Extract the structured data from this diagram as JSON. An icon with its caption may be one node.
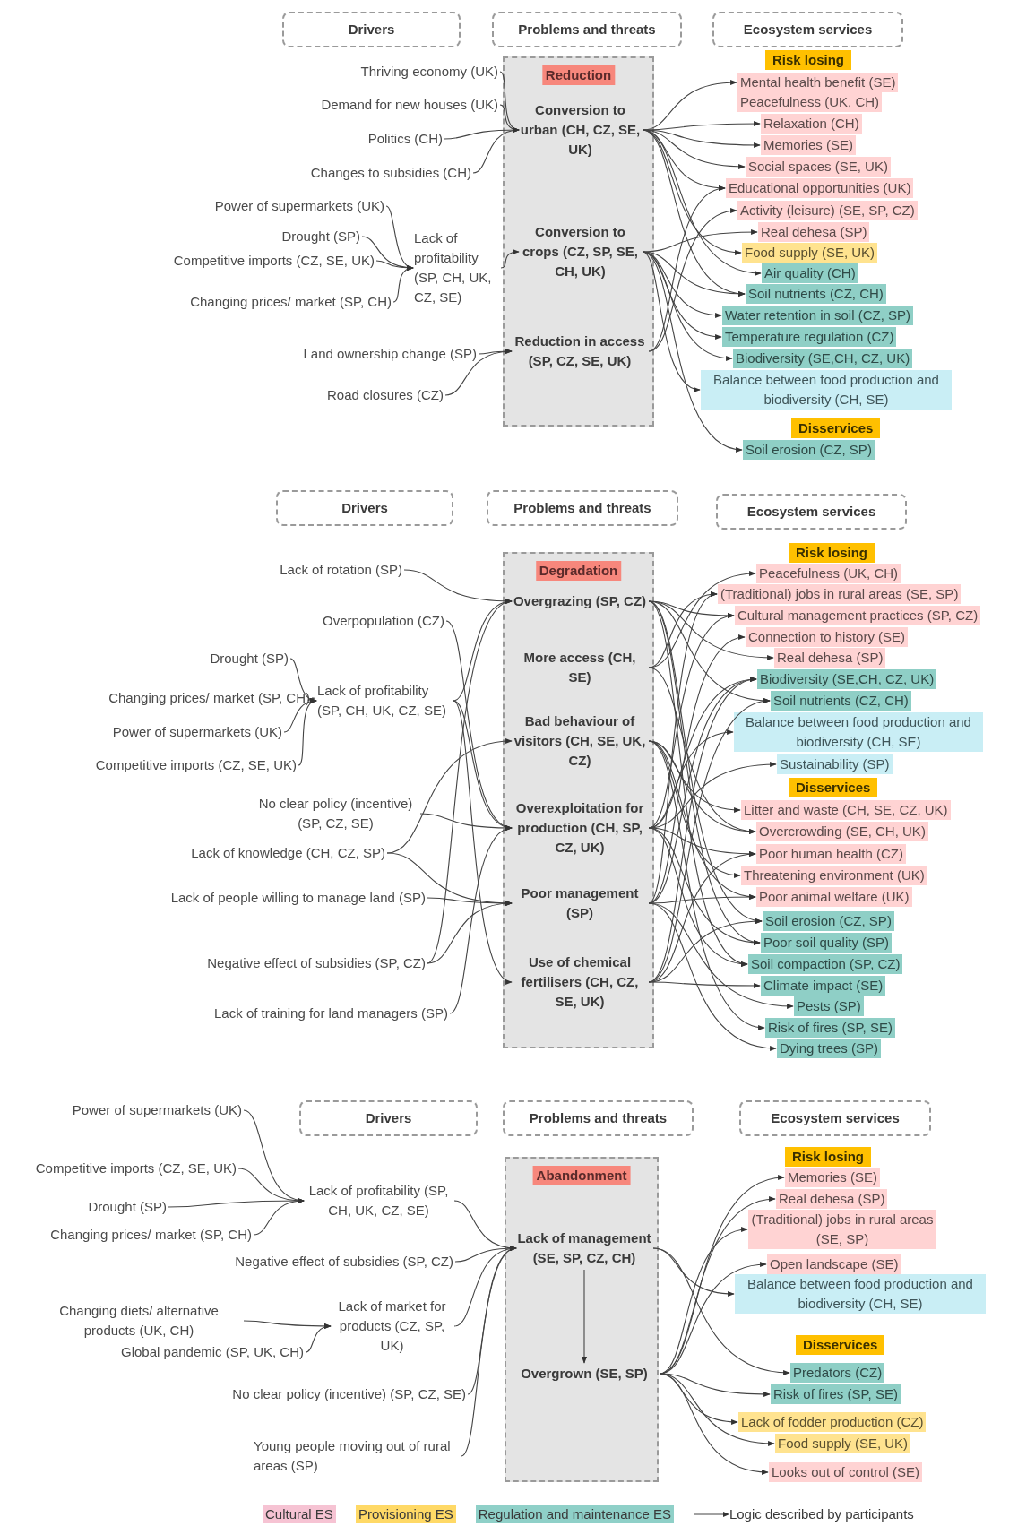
{
  "diagram": {
    "nodes": [
      {
        "text": [
          "Drivers"
        ]
      },
      {
        "text": [
          "Problems and threats"
        ]
      },
      {
        "text": [
          "Ecosystem services"
        ]
      },
      {
        "text": [
          "Reduction"
        ]
      },
      {
        "text": [
          "Conversion to urban (CH, CZ, SE, UK)"
        ],
        "in": 3
      },
      {
        "text": [
          "Conversion to crops (CZ, SP, SE, CH, UK)"
        ],
        "in": 3
      },
      {
        "text": [
          "Reduction in access (SP, CZ, SE, UK)"
        ],
        "in": 3
      },
      {
        "text": [
          "Thriving economy  (UK)"
        ]
      },
      {
        "text": [
          "Demand for new houses (UK)"
        ]
      },
      {
        "text": [
          "Politics  (CH)"
        ]
      },
      {
        "text": [
          "Changes to subsidies (CH)"
        ]
      },
      {
        "text": [
          "Power of supermarkets (UK)"
        ]
      },
      {
        "text": [
          "Drought (SP)"
        ]
      },
      {
        "text": [
          "Competitive imports (CZ, SE, UK)"
        ]
      },
      {
        "text": [
          "Changing prices/ market (SP, CH)"
        ]
      },
      {
        "text": [
          "Lack of profitability (SP, CH, UK, CZ, SE)"
        ]
      },
      {
        "text": [
          "Land ownership change (SP)"
        ]
      },
      {
        "text": [
          "Road closures (CZ)"
        ]
      },
      {
        "text": [
          "Risk losing"
        ]
      },
      {
        "text": [
          "Mental health benefit (SE)"
        ]
      },
      {
        "text": [
          "Peacefulness (UK, CH)"
        ]
      },
      {
        "text": [
          "Relaxation (CH)"
        ]
      },
      {
        "text": [
          "Memories (SE)"
        ]
      },
      {
        "text": [
          "Social spaces (SE, UK)"
        ]
      },
      {
        "text": [
          "Educational opportunities (UK)"
        ]
      },
      {
        "text": [
          "Activity (leisure) (SE, SP, CZ)"
        ]
      },
      {
        "text": [
          "Real dehesa (SP)"
        ]
      },
      {
        "text": [
          "Food supply (SE, UK)"
        ]
      },
      {
        "text": [
          "Air quality (CH)"
        ]
      },
      {
        "text": [
          "Soil nutrients (CZ, CH)"
        ]
      },
      {
        "text": [
          "Water retention in soil (CZ, SP)"
        ]
      },
      {
        "text": [
          "Temperature regulation (CZ)"
        ]
      },
      {
        "text": [
          "Biodiversity (SE,CH, CZ, UK)"
        ]
      },
      {
        "text": [
          "Balance between food production and biodiversity (CH, SE)"
        ]
      },
      {
        "text": [
          "Disservices"
        ]
      },
      {
        "text": [
          "Soil erosion (CZ, SP)"
        ]
      },
      {
        "text": [
          "Drivers"
        ]
      },
      {
        "text": [
          "Problems and threats"
        ]
      },
      {
        "text": [
          "Ecosystem services"
        ]
      },
      {
        "text": [
          "Degradation"
        ]
      },
      {
        "text": [
          "Overgrazing (SP, CZ)"
        ],
        "in": 39
      },
      {
        "text": [
          "More access (CH, SE)"
        ],
        "in": 39
      },
      {
        "text": [
          "Bad behaviour of visitors (CH, SE, UK, CZ)"
        ],
        "in": 39
      },
      {
        "text": [
          "Overexploitation for production (CH, SP, CZ, UK)"
        ],
        "in": 39
      },
      {
        "text": [
          "Poor management (SP)"
        ],
        "in": 39
      },
      {
        "text": [
          "Use of chemical fertilisers (CH, CZ, SE, UK)"
        ],
        "in": 39
      },
      {
        "text": [
          "Lack of rotation (SP)"
        ]
      },
      {
        "text": [
          "Overpopulation (CZ)"
        ]
      },
      {
        "text": [
          "Drought (SP)"
        ]
      },
      {
        "text": [
          "Changing prices/ market (SP, CH)"
        ]
      },
      {
        "text": [
          "Power of supermarkets (UK)"
        ]
      },
      {
        "text": [
          "Competitive imports (CZ, SE, UK)"
        ]
      },
      {
        "text": [
          "Lack of profitability (SP, CH, UK, CZ, SE)"
        ]
      },
      {
        "text": [
          "No clear policy (incentive) (SP, CZ, SE)"
        ]
      },
      {
        "text": [
          "Lack of knowledge (CH, CZ, SP)"
        ]
      },
      {
        "text": [
          "Lack of people willing to manage land (SP)"
        ]
      },
      {
        "text": [
          "Negative effect of subsidies (SP, CZ)"
        ]
      },
      {
        "text": [
          "Lack of training for land managers (SP)"
        ]
      },
      {
        "text": [
          "Risk losing"
        ]
      },
      {
        "text": [
          "Peacefulness (UK, CH)"
        ]
      },
      {
        "text": [
          "(Traditional) jobs in rural areas (SE, SP)"
        ]
      },
      {
        "text": [
          "Cultural management practices (SP, CZ)"
        ]
      },
      {
        "text": [
          "Connection to history (SE)"
        ]
      },
      {
        "text": [
          "Real dehesa (SP)"
        ]
      },
      {
        "text": [
          "Biodiversity (SE,CH, CZ, UK)"
        ]
      },
      {
        "text": [
          "Soil nutrients (CZ, CH)"
        ]
      },
      {
        "text": [
          "Balance between food production and biodiversity (CH, SE)"
        ]
      },
      {
        "text": [
          "Sustainability (SP)"
        ]
      },
      {
        "text": [
          "Disservices"
        ]
      },
      {
        "text": [
          "Litter and waste (CH, SE, CZ, UK)"
        ]
      },
      {
        "text": [
          "Overcrowding (SE, CH, UK)"
        ]
      },
      {
        "text": [
          "Poor human health (CZ)"
        ]
      },
      {
        "text": [
          "Threatening environment (UK)"
        ]
      },
      {
        "text": [
          "Poor animal welfare (UK)"
        ]
      },
      {
        "text": [
          "Soil erosion (CZ, SP)"
        ]
      },
      {
        "text": [
          "Poor soil quality (SP)"
        ]
      },
      {
        "text": [
          "Soil compaction (SP, CZ)"
        ]
      },
      {
        "text": [
          "Climate impact (SE)"
        ]
      },
      {
        "text": [
          "Pests (SP)"
        ]
      },
      {
        "text": [
          "Risk of fires (SP, SE)"
        ]
      },
      {
        "text": [
          "Dying trees (SP)"
        ]
      },
      {
        "text": [
          "Drivers"
        ]
      },
      {
        "text": [
          "Problems and threats"
        ]
      },
      {
        "text": [
          "Ecosystem services"
        ]
      },
      {
        "text": [
          "Abandonment"
        ]
      },
      {
        "text": [
          "Lack of management (SE, SP, CZ, CH)"
        ],
        "in": 84
      },
      {
        "text": [
          "Overgrown (SE, SP)"
        ],
        "in": 84
      },
      {
        "text": [
          "Power of supermarkets (UK)"
        ]
      },
      {
        "text": [
          "Competitive imports (CZ, SE, UK)"
        ]
      },
      {
        "text": [
          "Drought (SP)"
        ]
      },
      {
        "text": [
          "Changing prices/ market (SP, CH)"
        ]
      },
      {
        "text": [
          "Lack of profitability (SP, CH, UK, CZ, SE)"
        ]
      },
      {
        "text": [
          "Negative effect of subsidies (SP, CZ)"
        ]
      },
      {
        "text": [
          "Changing diets/ alternative products (UK, CH)"
        ]
      },
      {
        "text": [
          "Global pandemic (SP, UK, CH)"
        ]
      },
      {
        "text": [
          "Lack of market for products (CZ, SP, UK)"
        ]
      },
      {
        "text": [
          "No clear policy (incentive) (SP, CZ, SE)"
        ]
      },
      {
        "text": [
          "Young people moving out of rural areas (SP)"
        ]
      },
      {
        "text": [
          "Risk losing"
        ]
      },
      {
        "text": [
          "Memories (SE)"
        ]
      },
      {
        "text": [
          "Real dehesa (SP)"
        ]
      },
      {
        "text": [
          "(Traditional) jobs in rural areas (SE, SP)"
        ]
      },
      {
        "text": [
          "Open landscape (SE)"
        ]
      },
      {
        "text": [
          "Balance between food production and biodiversity (CH, SE)"
        ]
      },
      {
        "text": [
          "Disservices"
        ]
      },
      {
        "text": [
          "Predators (CZ)"
        ]
      },
      {
        "text": [
          "Risk of fires (SP, SE)"
        ]
      },
      {
        "text": [
          "Lack of fodder production (CZ)"
        ]
      },
      {
        "text": [
          "Food supply (SE, UK)"
        ]
      },
      {
        "text": [
          "Looks out of control (SE)"
        ]
      }
    ],
    "edges": [
      {
        "from": 7,
        "to": 4,
        "arrow": "to"
      },
      {
        "from": 8,
        "to": 4,
        "arrow": "to"
      },
      {
        "from": 9,
        "to": 4,
        "arrow": "to"
      },
      {
        "from": 10,
        "to": 4,
        "arrow": "to"
      },
      {
        "from": 11,
        "to": 15,
        "arrow": "to"
      },
      {
        "from": 12,
        "to": 15,
        "arrow": "to"
      },
      {
        "from": 13,
        "to": 15,
        "arrow": "to"
      },
      {
        "from": 14,
        "to": 15,
        "arrow": "to"
      },
      {
        "from": 15,
        "to": 5,
        "arrow": "to"
      },
      {
        "from": 16,
        "to": 6,
        "arrow": "to"
      },
      {
        "from": 17,
        "to": 6,
        "arrow": "to"
      },
      {
        "from": 4,
        "to": 19,
        "arrow": "to"
      },
      {
        "from": 4,
        "to": 21,
        "arrow": "to"
      },
      {
        "from": 4,
        "to": 22,
        "arrow": "to"
      },
      {
        "from": 4,
        "to": 23,
        "arrow": "to"
      },
      {
        "from": 4,
        "to": 24,
        "arrow": "to"
      },
      {
        "from": 4,
        "to": 27,
        "arrow": "to"
      },
      {
        "from": 4,
        "to": 28,
        "arrow": "to"
      },
      {
        "from": 4,
        "to": 29,
        "arrow": "to"
      },
      {
        "from": 5,
        "to": 26,
        "arrow": "to"
      },
      {
        "from": 5,
        "to": 29,
        "arrow": "to"
      },
      {
        "from": 5,
        "to": 30,
        "arrow": "to"
      },
      {
        "from": 5,
        "to": 31,
        "arrow": "to"
      },
      {
        "from": 5,
        "to": 32,
        "arrow": "to"
      },
      {
        "from": 5,
        "to": 33,
        "arrow": "to"
      },
      {
        "from": 5,
        "to": 35,
        "arrow": "to"
      },
      {
        "from": 6,
        "to": 24,
        "arrow": "to"
      },
      {
        "from": 6,
        "to": 25,
        "arrow": "to"
      },
      {
        "from": 46,
        "to": 40,
        "arrow": "to"
      },
      {
        "from": 47,
        "to": 43,
        "arrow": "to"
      },
      {
        "from": 48,
        "to": 52,
        "arrow": "to"
      },
      {
        "from": 49,
        "to": 52,
        "arrow": "to"
      },
      {
        "from": 50,
        "to": 52,
        "arrow": "to"
      },
      {
        "from": 51,
        "to": 52,
        "arrow": "to"
      },
      {
        "from": 52,
        "to": 40,
        "arrow": "to"
      },
      {
        "from": 52,
        "to": 43,
        "arrow": "to"
      },
      {
        "from": 52,
        "to": 45,
        "arrow": "to"
      },
      {
        "from": 53,
        "to": 43,
        "arrow": "to"
      },
      {
        "from": 54,
        "to": 42,
        "arrow": "to"
      },
      {
        "from": 54,
        "to": 44,
        "arrow": "to"
      },
      {
        "from": 55,
        "to": 44,
        "arrow": "to"
      },
      {
        "from": 56,
        "to": 44,
        "arrow": "to"
      },
      {
        "from": 56,
        "to": 40,
        "arrow": "to"
      },
      {
        "from": 57,
        "to": 43,
        "arrow": "to"
      },
      {
        "from": 40,
        "to": 61,
        "arrow": "to"
      },
      {
        "from": 40,
        "to": 63,
        "arrow": "to"
      },
      {
        "from": 40,
        "to": 65,
        "arrow": "to"
      },
      {
        "from": 40,
        "to": 74,
        "arrow": "to"
      },
      {
        "from": 40,
        "to": 75,
        "arrow": "to"
      },
      {
        "from": 40,
        "to": 76,
        "arrow": "to"
      },
      {
        "from": 41,
        "to": 59,
        "arrow": "to"
      },
      {
        "from": 41,
        "to": 60,
        "arrow": "to"
      },
      {
        "from": 41,
        "to": 70,
        "arrow": "to"
      },
      {
        "from": 42,
        "to": 69,
        "arrow": "to"
      },
      {
        "from": 42,
        "to": 70,
        "arrow": "to"
      },
      {
        "from": 42,
        "to": 72,
        "arrow": "to"
      },
      {
        "from": 42,
        "to": 73,
        "arrow": "to"
      },
      {
        "from": 42,
        "to": 79,
        "arrow": "to"
      },
      {
        "from": 43,
        "to": 61,
        "arrow": "to"
      },
      {
        "from": 43,
        "to": 64,
        "arrow": "to"
      },
      {
        "from": 43,
        "to": 66,
        "arrow": "to"
      },
      {
        "from": 43,
        "to": 67,
        "arrow": "to"
      },
      {
        "from": 43,
        "to": 71,
        "arrow": "to"
      },
      {
        "from": 43,
        "to": 75,
        "arrow": "to"
      },
      {
        "from": 43,
        "to": 76,
        "arrow": "to"
      },
      {
        "from": 44,
        "to": 60,
        "arrow": "to"
      },
      {
        "from": 44,
        "to": 62,
        "arrow": "to"
      },
      {
        "from": 44,
        "to": 64,
        "arrow": "to"
      },
      {
        "from": 44,
        "to": 73,
        "arrow": "to"
      },
      {
        "from": 44,
        "to": 78,
        "arrow": "to"
      },
      {
        "from": 44,
        "to": 80,
        "arrow": "to"
      },
      {
        "from": 45,
        "to": 64,
        "arrow": "to"
      },
      {
        "from": 45,
        "to": 65,
        "arrow": "to"
      },
      {
        "from": 45,
        "to": 71,
        "arrow": "to"
      },
      {
        "from": 45,
        "to": 74,
        "arrow": "to"
      },
      {
        "from": 45,
        "to": 77,
        "arrow": "to"
      },
      {
        "from": 87,
        "to": 91,
        "arrow": "to"
      },
      {
        "from": 88,
        "to": 91,
        "arrow": "to"
      },
      {
        "from": 89,
        "to": 91,
        "arrow": "to"
      },
      {
        "from": 90,
        "to": 91,
        "arrow": "to"
      },
      {
        "from": 91,
        "to": 85,
        "arrow": "to"
      },
      {
        "from": 92,
        "to": 85,
        "arrow": "to"
      },
      {
        "from": 93,
        "to": 95,
        "arrow": "to"
      },
      {
        "from": 94,
        "to": 95,
        "arrow": "to"
      },
      {
        "from": 95,
        "to": 85,
        "arrow": "to"
      },
      {
        "from": 96,
        "to": 85,
        "arrow": "to"
      },
      {
        "from": 97,
        "to": 85,
        "arrow": "to"
      },
      {
        "from": 85,
        "to": 86,
        "arrow": "to"
      },
      {
        "from": 85,
        "to": 103,
        "arrow": "to"
      },
      {
        "from": 85,
        "to": 105,
        "arrow": "to"
      },
      {
        "from": 86,
        "to": 99,
        "arrow": "to"
      },
      {
        "from": 86,
        "to": 100,
        "arrow": "to"
      },
      {
        "from": 86,
        "to": 101,
        "arrow": "to"
      },
      {
        "from": 86,
        "to": 102,
        "arrow": "to"
      },
      {
        "from": 86,
        "to": 106,
        "arrow": "to"
      },
      {
        "from": 86,
        "to": 107,
        "arrow": "to"
      },
      {
        "from": 86,
        "to": 108,
        "arrow": "to"
      },
      {
        "from": 86,
        "to": 109,
        "arrow": "to"
      }
    ],
    "legend": [
      {
        "text": "Cultural ES",
        "color": "#f6c3d3"
      },
      {
        "text": "Provisioning ES",
        "color": "#ffd966"
      },
      {
        "text": "Regulation and maintenance ES",
        "color": "#8fd0c8"
      },
      {
        "text": "Logic described by participants"
      }
    ]
  }
}
